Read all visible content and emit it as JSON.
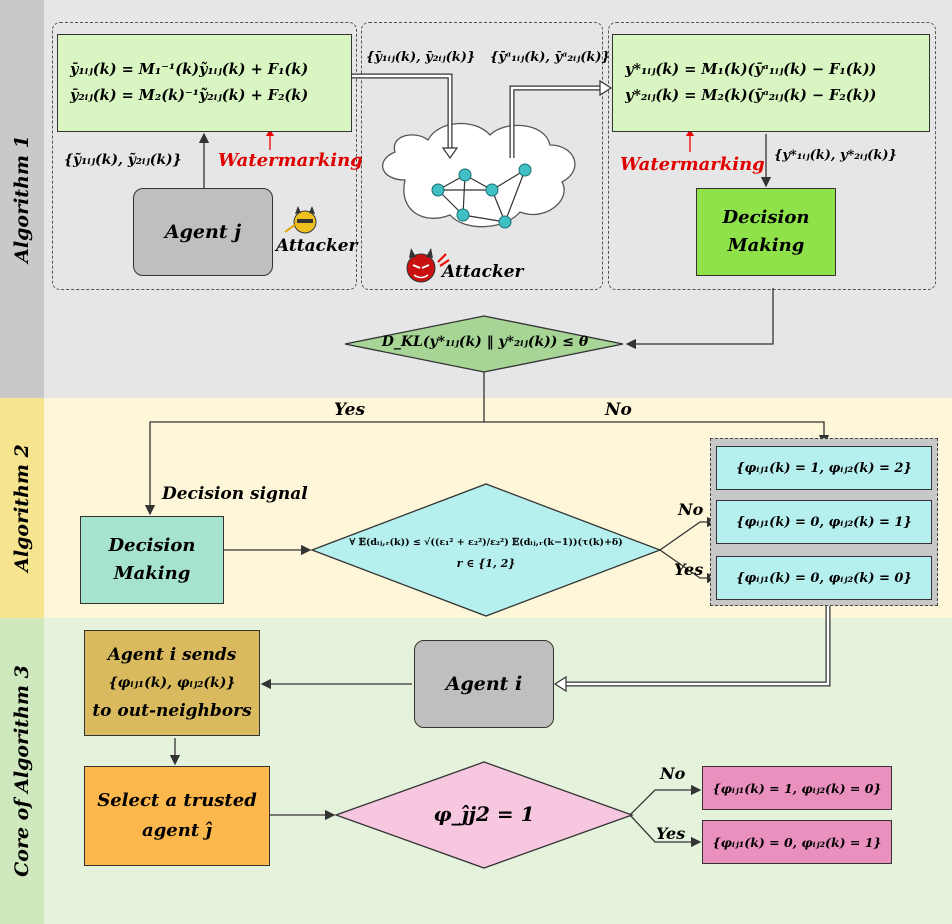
{
  "bands": [
    {
      "label": "Algorithm 1",
      "color": "#e6e6e6",
      "tab": "#c9c9c9"
    },
    {
      "label": "Algorithm 2",
      "color": "#fdf6d8",
      "tab": "#f6e48e"
    },
    {
      "label": "Core of Algorithm 3",
      "color": "#e6f3dc",
      "tab": "#cfe8bd"
    }
  ],
  "alg1": {
    "left_eq1": "ȳ₁ᵢⱼ(k) = M₁⁻¹(k)ỹ₁ᵢⱼ(k) + F₁(k)",
    "left_eq2": "ȳ₂ᵢⱼ(k) = M₂(k)⁻¹ỹ₂ᵢⱼ(k) + F₂(k)",
    "right_eq1": "y*₁ᵢⱼ(k) = M₁(k)(ȳᵃ₁ᵢⱼ(k) − F₁(k))",
    "right_eq2": "y*₂ᵢⱼ(k) = M₂(k)(ȳᵃ₂ᵢⱼ(k) − F₂(k))",
    "agent_j": "Agent j",
    "attacker": "Attacker",
    "attacker2": "Attacker",
    "watermarking_left": "Watermarking",
    "watermarking_right": "Watermarking",
    "tilde_set": "{ỹ₁ᵢⱼ(k), ỹ₂ᵢⱼ(k)}",
    "bar_set": "{ȳ₁ᵢⱼ(k), ȳ₂ᵢⱼ(k)}",
    "attacked_set": "{ȳᵃ₁ᵢⱼ(k), ȳᵃ₂ᵢⱼ(k)}",
    "star_set": "{y*₁ᵢⱼ(k), y*₂ᵢⱼ(k)}",
    "decision_line1": "Decision",
    "decision_line2": "Making",
    "kl_test": "D_KL(y*₁ᵢⱼ(k) ‖ y*₂ᵢⱼ(k)) ≤ θ"
  },
  "alg2": {
    "yes": "Yes",
    "no": "No",
    "decision_signal": "Decision signal",
    "decision_line1": "Decision",
    "decision_line2": "Making",
    "cond_line1": "∀ 𝔼(dᵢⱼ,ᵣ(k)) ≤ √((ε₁² + ε₂²)/ε₂²) 𝔼(dᵢⱼ,ᵣ(k−1))(τ(k)+δ)",
    "cond_line2": "r ∈ {1, 2}",
    "no2": "No",
    "yes2": "Yes",
    "out1": "{φᵢⱼ₁(k) = 1, φᵢⱼ₂(k) = 2}",
    "out2": "{φᵢⱼ₁(k) = 0, φᵢⱼ₂(k) = 1}",
    "out3": "{φᵢⱼ₁(k) = 0, φᵢⱼ₂(k) = 0}"
  },
  "alg3": {
    "agent_i": "Agent i",
    "sends_line1": "Agent i sends",
    "sends_line2": "{φᵢⱼ₁(k), φᵢⱼ₂(k)}",
    "sends_line3": "to out-neighbors",
    "select_line1": "Select a trusted",
    "select_line2": "agent ĵ",
    "cond": "φ_ĵj2 = 1",
    "no": "No",
    "yes": "Yes",
    "out_no": "{φᵢⱼ₁(k) = 1, φᵢⱼ₂(k) = 0}",
    "out_yes": "{φᵢⱼ₁(k) = 0, φᵢⱼ₂(k) = 1}"
  }
}
